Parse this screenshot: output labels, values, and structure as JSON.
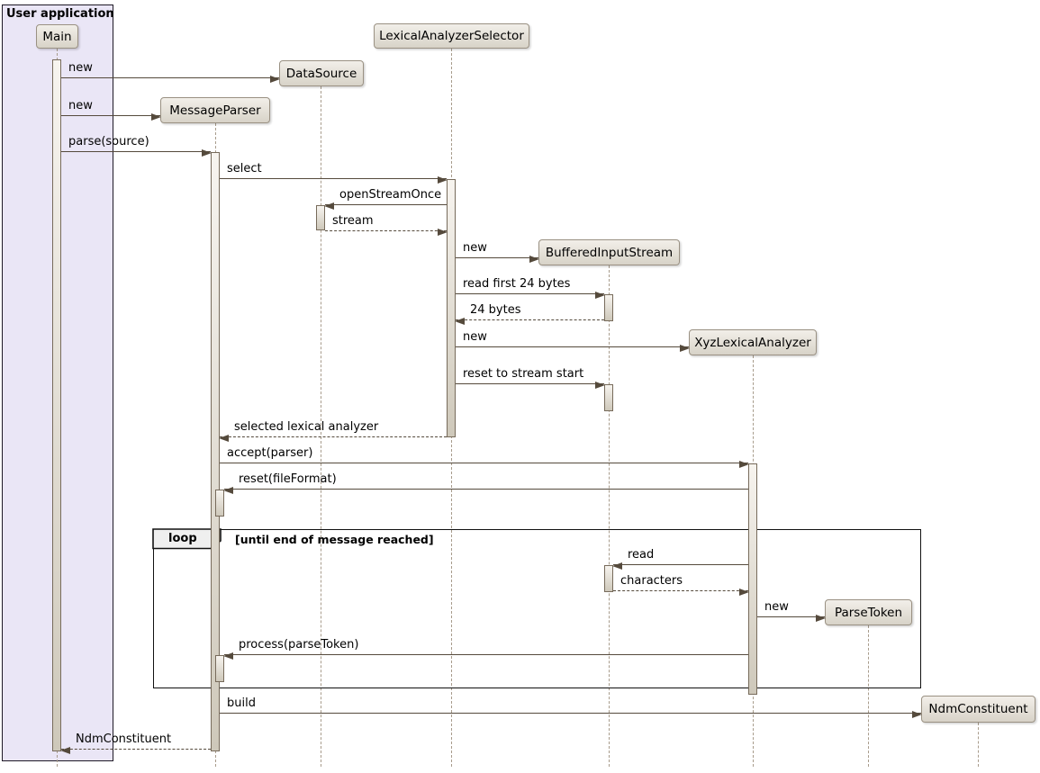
{
  "frame": {
    "title": "User application"
  },
  "participants": [
    {
      "label": "Main"
    },
    {
      "label": "LexicalAnalyzerSelector"
    },
    {
      "label": "DataSource"
    },
    {
      "label": "MessageParser"
    },
    {
      "label": "BufferedInputStream"
    },
    {
      "label": "XyzLexicalAnalyzer"
    },
    {
      "label": "ParseToken"
    },
    {
      "label": "NdmConstituent"
    }
  ],
  "messages": [
    {
      "label": "new"
    },
    {
      "label": "new"
    },
    {
      "label": "parse(source)"
    },
    {
      "label": "select"
    },
    {
      "label": "openStreamOnce"
    },
    {
      "label": "stream"
    },
    {
      "label": "new"
    },
    {
      "label": "read first 24 bytes"
    },
    {
      "label": "24 bytes"
    },
    {
      "label": "new"
    },
    {
      "label": "reset to stream start"
    },
    {
      "label": "selected lexical analyzer"
    },
    {
      "label": "accept(parser)"
    },
    {
      "label": "reset(fileFormat)"
    },
    {
      "label": "read"
    },
    {
      "label": "characters"
    },
    {
      "label": "new"
    },
    {
      "label": "process(parseToken)"
    },
    {
      "label": "build"
    },
    {
      "label": "NdmConstituent"
    }
  ],
  "loop": {
    "operator": "loop",
    "condition": "[until end of message reached]"
  },
  "colors": {
    "arrow": "#554A3C",
    "lifeline": "#A89C8C",
    "participant_fill_top": "#F2EFE9",
    "participant_fill_bottom": "#D8D3C8",
    "participant_border": "#9A9183",
    "activation_fill": "#E8E2D6",
    "app_box_fill": "#EAE6F6",
    "frame_border": "#111111"
  }
}
